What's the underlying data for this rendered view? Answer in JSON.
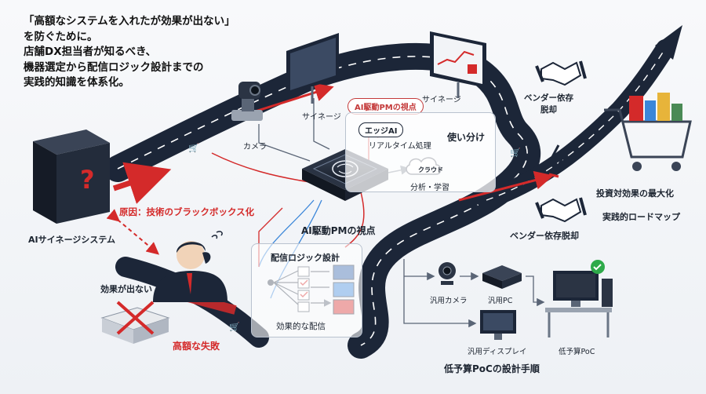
{
  "intro_lines": [
    "「高額なシステムを入れたが効果が出ない」",
    "を防ぐために。",
    "店舗DX担当者が知るべき、",
    "機器選定から配信ロジック設計までの",
    "実践的知識を体系化。"
  ],
  "labels": {
    "ai_system": "AIサイネージシステム",
    "camera": "カメラ",
    "signage_1": "サイネージ",
    "signage_2": "サイネージ",
    "pm_view_chip": "AI駆動PMの視点",
    "edge_ai": "エッジAI",
    "realtime": "リアルタイム処理",
    "use_split": "使い分け",
    "cloud": "クラウド",
    "analysis": "分析・学習",
    "cause": "原因：技術のブラックボックス化",
    "no_effect": "効果が出ない",
    "costly_failure": "高額な失敗",
    "pm_view": "AI駆動PMの視点",
    "logic_design": "配信ロジック設計",
    "effective_delivery": "効果的な配信",
    "vendor_top": "ベンダー依存\n脱却",
    "roi": "投資対効果の最大化",
    "roadmap": "実践的ロードマップ",
    "vendor_bottom": "ベンダー依存脱却",
    "gen_camera": "汎用カメラ",
    "gen_pc": "汎用PC",
    "gen_display": "汎用ディスプレイ",
    "low_budget_poc": "低予算PoC",
    "poc_steps": "低予算PoCの設計手順"
  },
  "colors": {
    "road": "#1c2638",
    "accent_red": "#d42a2a",
    "accent_blue": "#3b86d9",
    "check_green": "#2eaa4a"
  }
}
